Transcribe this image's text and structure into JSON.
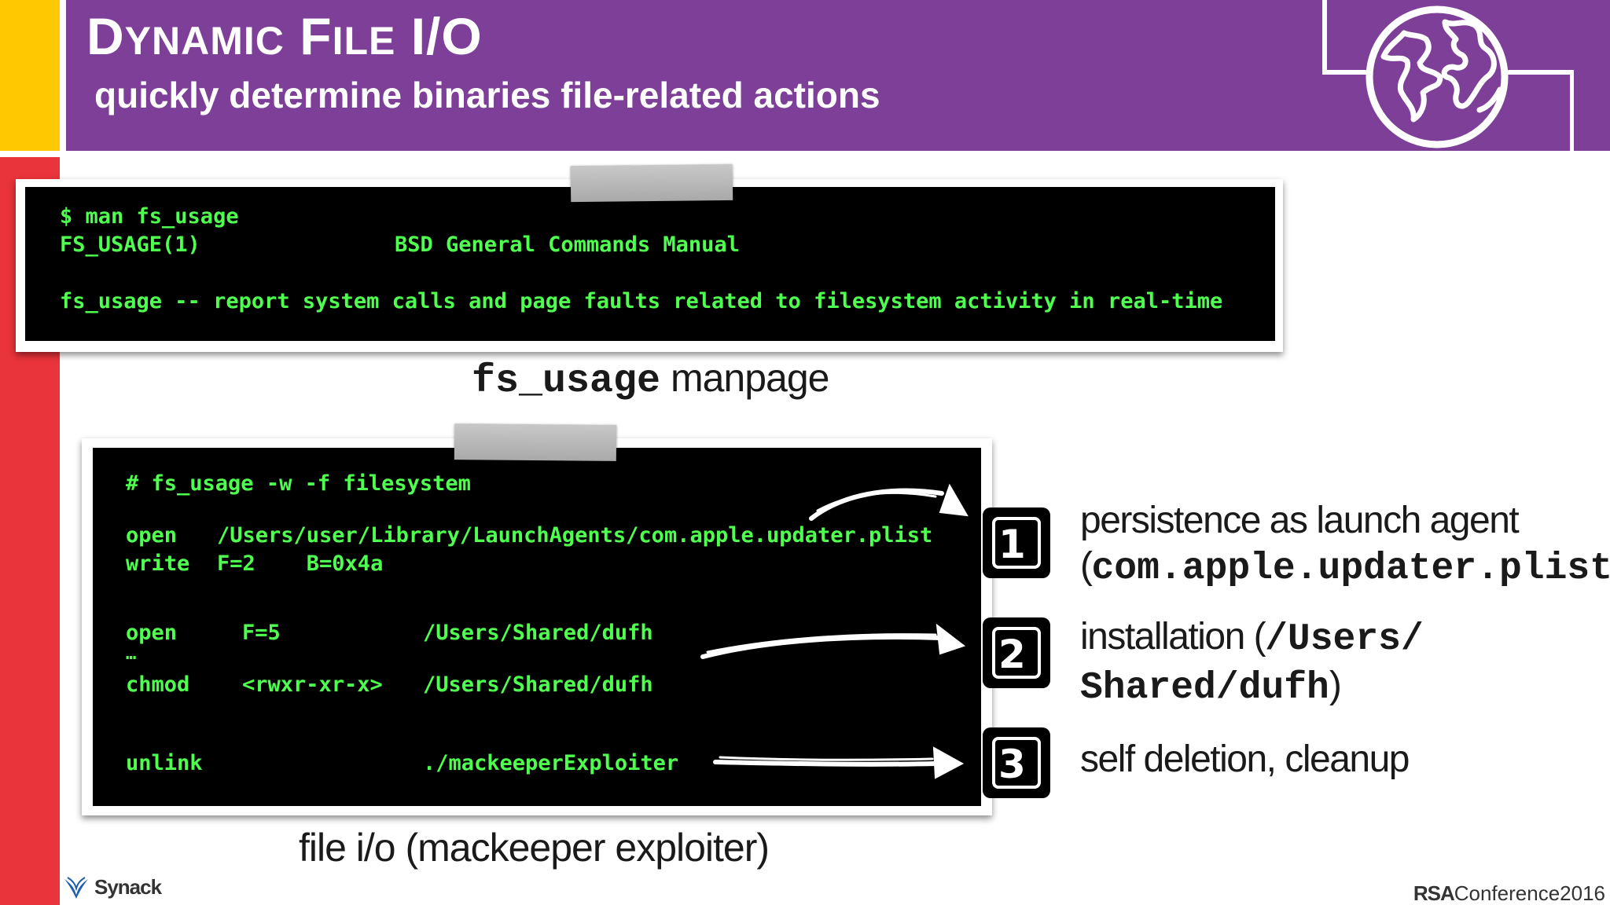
{
  "header": {
    "title_first_initial": "D",
    "title_first_rest": "YNAMIC",
    "title_second_initial": "F",
    "title_second_rest": "ILE",
    "title_tail": "I/O",
    "subtitle": "quickly determine binaries file-related actions",
    "icon": "globe-icon"
  },
  "terminal_1": {
    "line1": "$ man fs_usage",
    "line2_left": "FS_USAGE(1)",
    "line2_right": "BSD General Commands Manual",
    "line3": "fs_usage -- report system calls and page faults related to filesystem activity in real-time"
  },
  "caption_1": {
    "code": "fs_usage",
    "text": " manpage"
  },
  "terminal_2": {
    "command": "# fs_usage -w -f filesystem",
    "row1": {
      "op": "open",
      "arg": "/Users/user/Library/LaunchAgents/com.apple.updater.plist"
    },
    "row2": {
      "op": "write",
      "arg": "F=2    B=0x4a"
    },
    "row3": {
      "op": "open",
      "fd": "F=5",
      "path": "/Users/Shared/dufh"
    },
    "ellipsis": "…",
    "row4": {
      "op": "chmod",
      "fd": "<rwxr-xr-x>",
      "path": "/Users/Shared/dufh"
    },
    "row5": {
      "op": "unlink",
      "path": "./mackeeperExploiter"
    }
  },
  "caption_2": {
    "text": "file i/o (mackeeper exploiter)"
  },
  "items": [
    {
      "number": "1",
      "line1": "persistence as launch agent",
      "line2_open": "(",
      "line2_code": "com.apple.updater.plist",
      "line2_close": ")"
    },
    {
      "number": "2",
      "line1_text": "installation (",
      "line1_code": "/Users/",
      "line2_code": "Shared/dufh",
      "line2_close": ")"
    },
    {
      "number": "3",
      "line1": "self deletion, cleanup"
    }
  ],
  "footer": {
    "brand": "Synack",
    "conference_rsa": "RSA",
    "conference_name": "Conference2016"
  },
  "colors": {
    "purple": "#7d3f98",
    "yellow": "#ffc800",
    "red": "#e8343a",
    "terminal_green": "#4fff4f"
  }
}
